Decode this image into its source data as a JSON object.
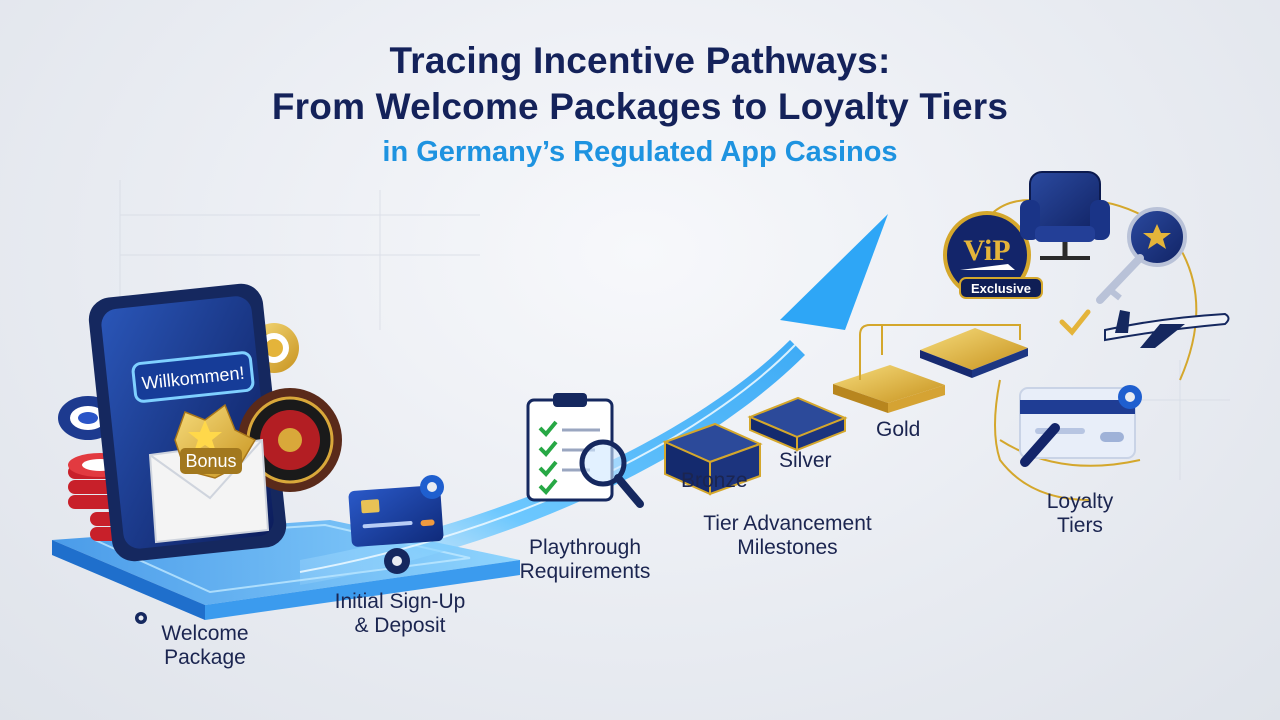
{
  "title": {
    "line1": "Tracing Incentive Pathways:",
    "line2": "From Welcome Packages to Loyalty Tiers",
    "line3": "in Germany’s Regulated App Casinos"
  },
  "phone": {
    "welcome_banner": "Willkommen!",
    "bonus_label": "Bonus"
  },
  "stages": {
    "welcome_package": {
      "line1": "Welcome",
      "line2": "Package"
    },
    "signup": {
      "line1": "Initial Sign-Up",
      "line2": "& Deposit"
    },
    "playthrough": {
      "line1": "Playthrough",
      "line2": "Requirements"
    },
    "milestones": {
      "line1": "Tier Advancement",
      "line2": "Milestones"
    },
    "loyalty": {
      "line1": "Loyalty",
      "line2": "Tiers"
    }
  },
  "tiers": {
    "bronze": "Bronze",
    "silver": "Silver",
    "gold": "Gold"
  },
  "vip": {
    "badge": "ViP",
    "ribbon": "Exclusive"
  },
  "colors": {
    "navy": "#14225a",
    "accent_blue": "#1e93e0",
    "gold": "#d4a72c",
    "bronze_plate": "#1d3275",
    "chip_red": "#c8202a"
  }
}
